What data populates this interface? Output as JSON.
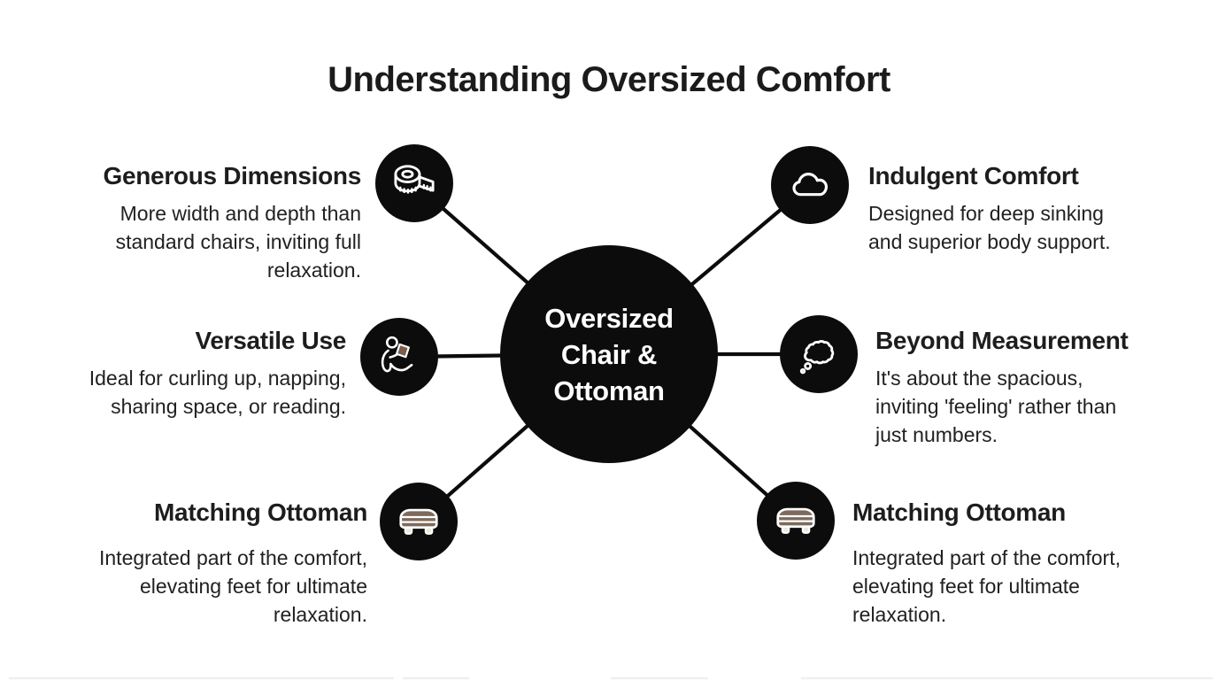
{
  "title": "Understanding Oversized Comfort",
  "center": {
    "label": "Oversized\nChair &\nOttoman"
  },
  "nodes": [
    {
      "id": "generous-dimensions",
      "side": "left",
      "title": "Generous Dimensions",
      "description": "More width and depth than\nstandard chairs, inviting full\nrelaxation.",
      "icon": "measuring-tape-icon"
    },
    {
      "id": "versatile-use",
      "side": "left",
      "title": "Versatile Use",
      "description": "Ideal for curling up, napping,\nsharing space, or reading.",
      "icon": "person-reading-icon"
    },
    {
      "id": "matching-ottoman-left",
      "side": "left",
      "title": "Matching Ottoman",
      "description": "Integrated part of the comfort,\nelevating feet for ultimate\nrelaxation.",
      "icon": "ottoman-icon"
    },
    {
      "id": "indulgent-comfort",
      "side": "right",
      "title": "Indulgent Comfort",
      "description": "Designed for deep sinking\nand superior body support.",
      "icon": "cloud-icon"
    },
    {
      "id": "beyond-measurement",
      "side": "right",
      "title": "Beyond Measurement",
      "description": "It's about the spacious,\ninviting 'feeling' rather than\njust numbers.",
      "icon": "thought-bubble-icon"
    },
    {
      "id": "matching-ottoman-right",
      "side": "right",
      "title": "Matching Ottoman",
      "description": "Integrated part of the comfort,\nelevating feet for ultimate\nrelaxation.",
      "icon": "ottoman-icon"
    }
  ],
  "colors": {
    "background": "#ffffff",
    "node_circle": "#0c0c0c",
    "connector": "#0c0c0c",
    "text": "#1f1f1f",
    "center_text": "#ffffff",
    "ottoman_brown": "#7d6a5c",
    "book_brown": "#7b5d49",
    "leg_cream": "#f0e9df"
  }
}
